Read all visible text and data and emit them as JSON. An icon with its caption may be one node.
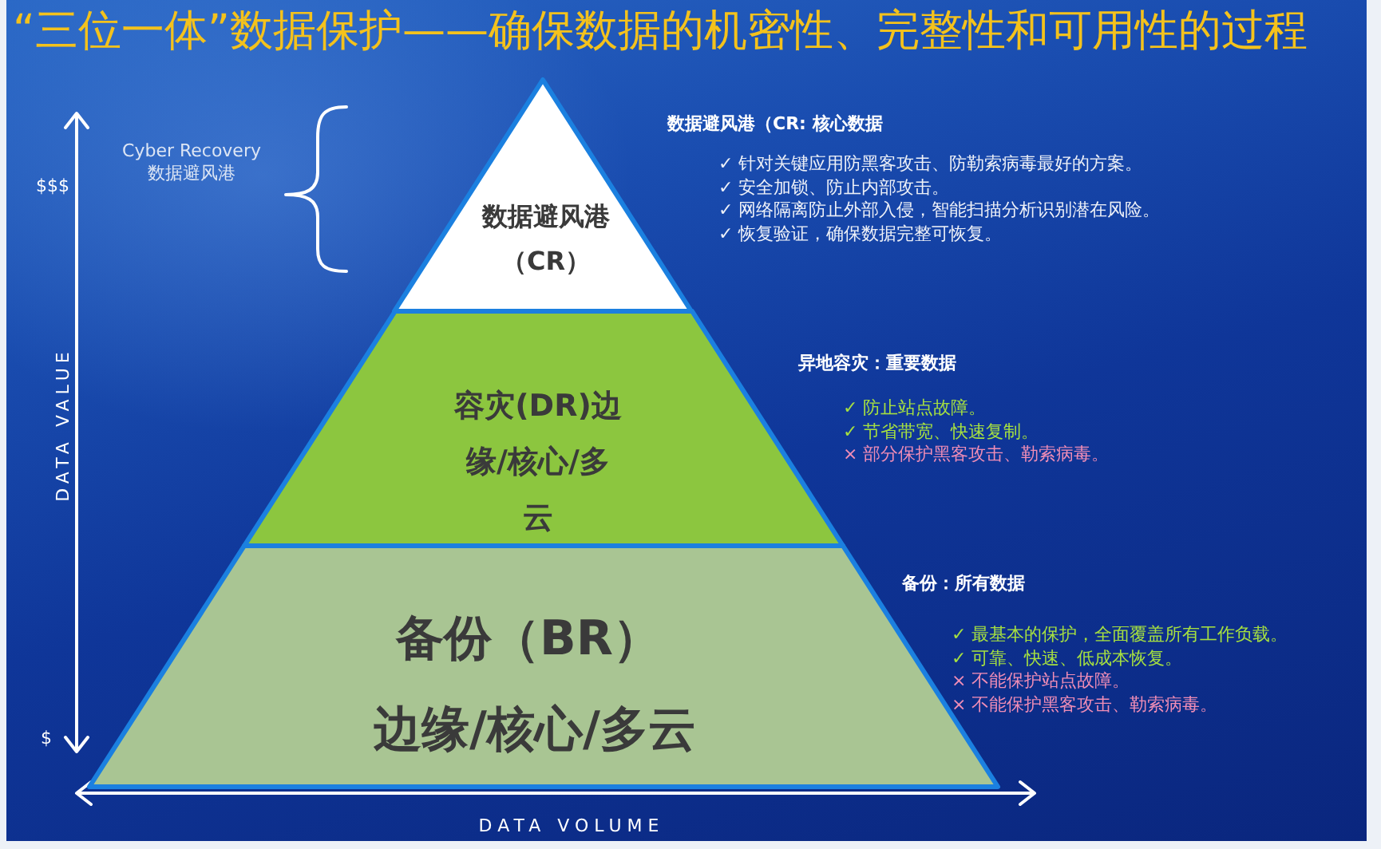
{
  "diagram": {
    "title": "“三位一体”数据保护——确保数据的机密性、完整性和可用性的过程",
    "nodes": [
      {
        "text": [
          "数据避风港（CR）"
        ],
        "beside": [
          "数据避风港（CR: 核心数据",
          "✓ 针对关键应用防黑客攻击、防勒索病毒最好的方案。",
          "✓ 安全加锁、防止内部攻击。",
          "✓ 网络隔离防止外部入侵，智能扫描分析识别潜在风险。",
          "✓ 恢复验证，确保数据完整可恢复。"
        ]
      },
      {
        "text": [
          "容灾(DR)边缘/核心/多云"
        ],
        "beside": [
          "异地容灾：重要数据",
          "✓ 防止站点故障。",
          "✓ 节省带宽、快速复制。",
          "× 部分保护黑客攻击、勒索病毒。"
        ]
      },
      {
        "text": [
          "备份（BR）",
          "边缘/核心/多云"
        ],
        "beside": [
          "备份：所有数据",
          "✓ 最基本的保护，全面覆盖所有工作负载。",
          "✓ 可靠、快速、低成本恢复。",
          "× 不能保护站点故障。",
          "× 不能保护黑客攻击、勒索病毒。"
        ]
      }
    ],
    "labels": [
      "Cyber Recovery 数据避风港",
      "$$$",
      "DATA VALUE",
      "$",
      "DATA VOLUME"
    ]
  }
}
